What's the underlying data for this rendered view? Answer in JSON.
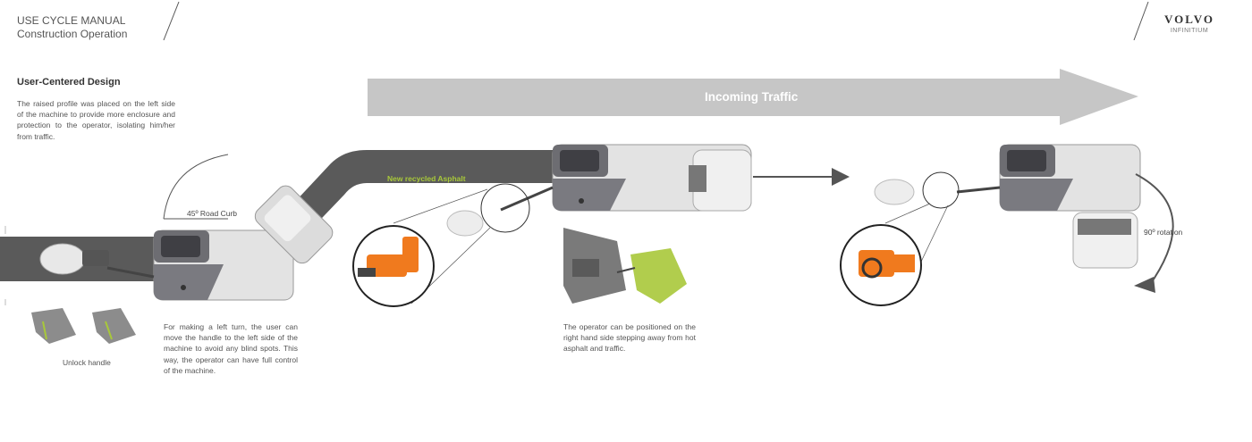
{
  "header": {
    "line1": "USE CYCLE MANUAL",
    "line2": "Construction Operation"
  },
  "brand": {
    "logo": "VOLVO",
    "sub": "INFINITIUM"
  },
  "section": {
    "title": "User-Centered Design",
    "description": "The raised profile was placed on the left side of the machine to provide more enclosure and protection to the operator, isolating him/her from traffic."
  },
  "labels": {
    "incoming_traffic": "Incoming Traffic",
    "recycled_asphalt": "New recycled Asphalt",
    "road_curb": "45º Road Curb",
    "rotation": "90º rotation",
    "unlock_handle": "Unlock handle"
  },
  "captions": {
    "left_turn": "For making a left turn, the user can move the handle to the left side of the machine to avoid any blind spots. This way, the operator can have full control of the machine.",
    "operator_position": "The operator can be positioned on the right hand side stepping away from hot asphalt and traffic."
  },
  "colors": {
    "asphalt": "#5a5a5a",
    "arrow": "#c6c6c6",
    "accent_green": "#a8c83a",
    "accent_orange": "#f07a1e",
    "machine_body": "#e3e3e3",
    "machine_dark": "#6d6d72"
  }
}
